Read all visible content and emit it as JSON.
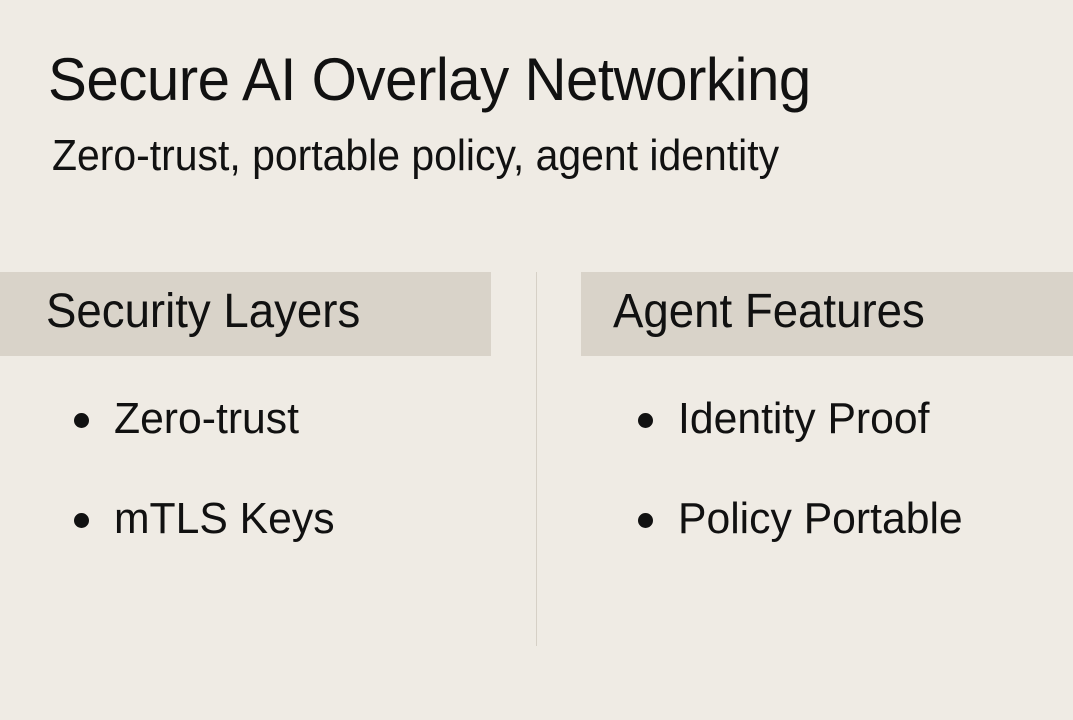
{
  "header": {
    "title": "Secure AI Overlay Networking",
    "subtitle": "Zero-trust, portable policy, agent identity"
  },
  "columns": [
    {
      "heading": "Security Layers",
      "items": [
        "Zero-trust",
        "mTLS Keys"
      ]
    },
    {
      "heading": "Agent Features",
      "items": [
        "Identity Proof",
        "Policy Portable"
      ]
    }
  ],
  "colors": {
    "background": "#efebe4",
    "heading_band": "#d9d3c9",
    "divider": "#d6d0c6",
    "text": "#111111"
  }
}
